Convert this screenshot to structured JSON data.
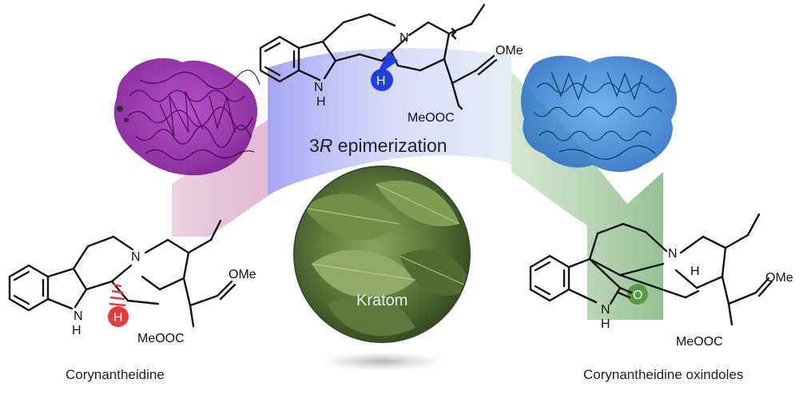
{
  "diagram": {
    "center_label_num": "3",
    "center_label_r": "R",
    "center_label_rest": " epimerization",
    "left_caption": "Corynantheidine",
    "right_caption": "Corynantheidine oxindoles",
    "photo_label": "Kratom"
  },
  "atoms": {
    "N": "N",
    "NH": "NH",
    "N_lower": "N",
    "H_lower": "H",
    "H": "H",
    "O": "O",
    "OMe": "OMe",
    "ester": "MeOOC"
  },
  "colors": {
    "pink_band": "#d9a7c5",
    "blue_band": "#a9a9f0",
    "green_band": "#9cc49a",
    "left_enzyme": "#8a1f9a",
    "right_enzyme": "#2f7fd0",
    "highlight_blue": "#1f3fe0",
    "highlight_red": "#e8393a",
    "highlight_green": "#5a9a4a"
  },
  "icons": [
    "left-enzyme-structure",
    "right-enzyme-structure",
    "kratom-leaf-photo"
  ]
}
